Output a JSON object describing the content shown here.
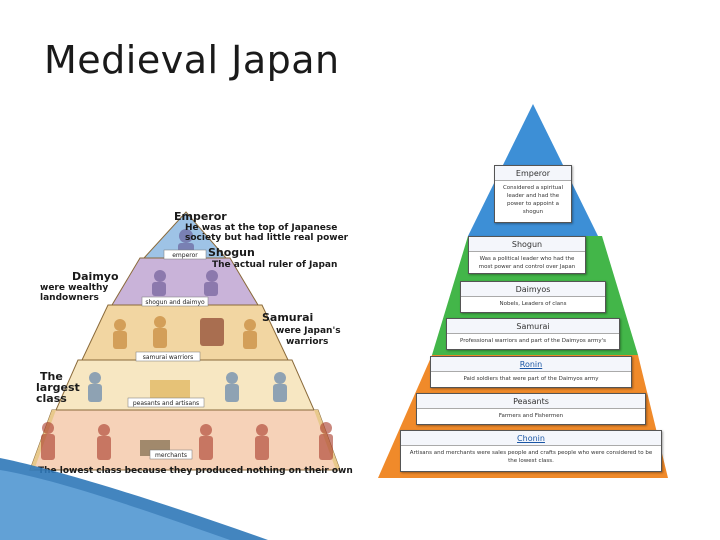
{
  "slide": {
    "title": "Medieval Japan"
  },
  "left_pyramid": {
    "labels": {
      "emperor_title": "Emperor",
      "emperor_desc_1": "He was at the top of Japanese",
      "emperor_desc_2": "society but had little real power",
      "shogun_title": "Shogun",
      "shogun_desc": "The actual ruler of Japan",
      "daimyo_1": "Daimyo",
      "daimyo_2": "were wealthy",
      "daimyo_3": "landowners",
      "samurai_title": "Samurai",
      "samurai_desc_1": "were Japan's",
      "samurai_desc_2": "warriors",
      "largest_1": "The",
      "largest_2": "largest",
      "largest_3": "class",
      "bottom_caption": "The lowest class because they produced nothing on their own"
    },
    "tiers": [
      "emperor",
      "shogun and daimyo",
      "samurai warriors",
      "peasants and artisans",
      "merchants"
    ],
    "colors": {
      "tier1": "#9ec3e6",
      "tier2": "#c9b3d9",
      "tier3": "#f2d6a2",
      "tier4": "#f7e7c2",
      "tier5": "#f6d2b8",
      "stone": "#e8c98c"
    }
  },
  "right_pyramid": {
    "colors": {
      "blue": "#3d8fd6",
      "green": "#43b649",
      "orange": "#f08a2a"
    },
    "levels": [
      {
        "name": "Emperor",
        "desc": "Considered a spiritual leader and had the power to appoint a shogun"
      },
      {
        "name": "Shogun",
        "desc": "Was a political leader who had the most power and control over Japan"
      },
      {
        "name": "Daimyos",
        "desc": "Nobels, Leaders of clans"
      },
      {
        "name": "Samurai",
        "desc": "Professional warriors and part of the Daimyos army's"
      },
      {
        "name": "Ronin",
        "desc": "Paid soldiers that were part of the Daimyos army"
      },
      {
        "name": "Peasants",
        "desc": "Farmers and Fishermen"
      },
      {
        "name": "Chonin",
        "desc": "Artisans and merchants were sales people and crafts people who were considered to be the lowest class."
      }
    ]
  }
}
